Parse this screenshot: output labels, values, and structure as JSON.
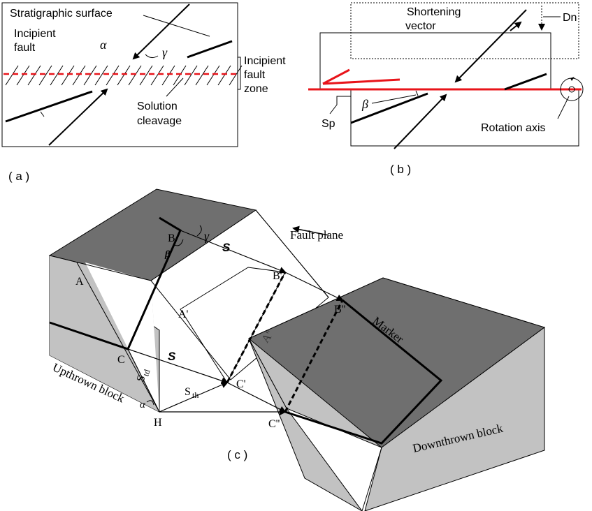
{
  "panel_a": {
    "label": "( a )",
    "stratigraphic_surface": "Stratigraphic surface",
    "incipient_fault": [
      "Incipient",
      "fault"
    ],
    "incipient_fault_zone": [
      "Incipient",
      "fault",
      "zone"
    ],
    "solution_cleavage": [
      "Solution",
      "cleavage"
    ],
    "alpha": "α",
    "gamma": "γ"
  },
  "panel_b": {
    "label": "( b )",
    "shortening_vector": [
      "Shortening",
      "vector"
    ],
    "dn": "Dn",
    "beta": "β",
    "sp": "Sp",
    "rotation_axis": "Rotation axis"
  },
  "panel_c": {
    "label": "( c )",
    "fault_plane": "Fault plane",
    "marker": "Marker",
    "upthrown_block": "Upthrown block",
    "downthrown_block": "Downthrown block",
    "points": {
      "A": "A",
      "B": "B",
      "C": "C",
      "H": "H",
      "A_prime": "A'",
      "B_prime": "B'",
      "C_prime": "C'",
      "A_double": "A''",
      "B_double": "B''",
      "C_double": "C''"
    },
    "s_vector": "S",
    "s_td": "S",
    "s_td_sub": "td",
    "s_th": "S",
    "s_th_sub": "th",
    "beta": "β",
    "gamma": "γ",
    "alpha": "α"
  },
  "colors": {
    "red": "#e8141a",
    "dark_gray": "#6f6f6f",
    "light_gray": "#c2c2c2",
    "black": "#000000"
  }
}
